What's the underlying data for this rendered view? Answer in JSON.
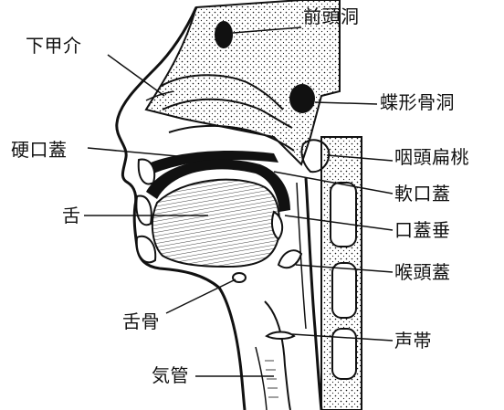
{
  "labels": {
    "frontal_sinus": "前頭洞",
    "inferior_turbinate": "下甲介",
    "sphenoid_sinus": "蝶形骨洞",
    "hard_palate": "硬口蓋",
    "pharyngeal_tonsil": "咽頭扁桃",
    "soft_palate": "軟口蓋",
    "tongue": "舌",
    "uvula": "口蓋垂",
    "epiglottis": "喉頭蓋",
    "hyoid_bone": "舌骨",
    "vocal_cords": "声帯",
    "trachea": "気管"
  },
  "colors": {
    "ink": "#111111",
    "background": "#ffffff"
  }
}
